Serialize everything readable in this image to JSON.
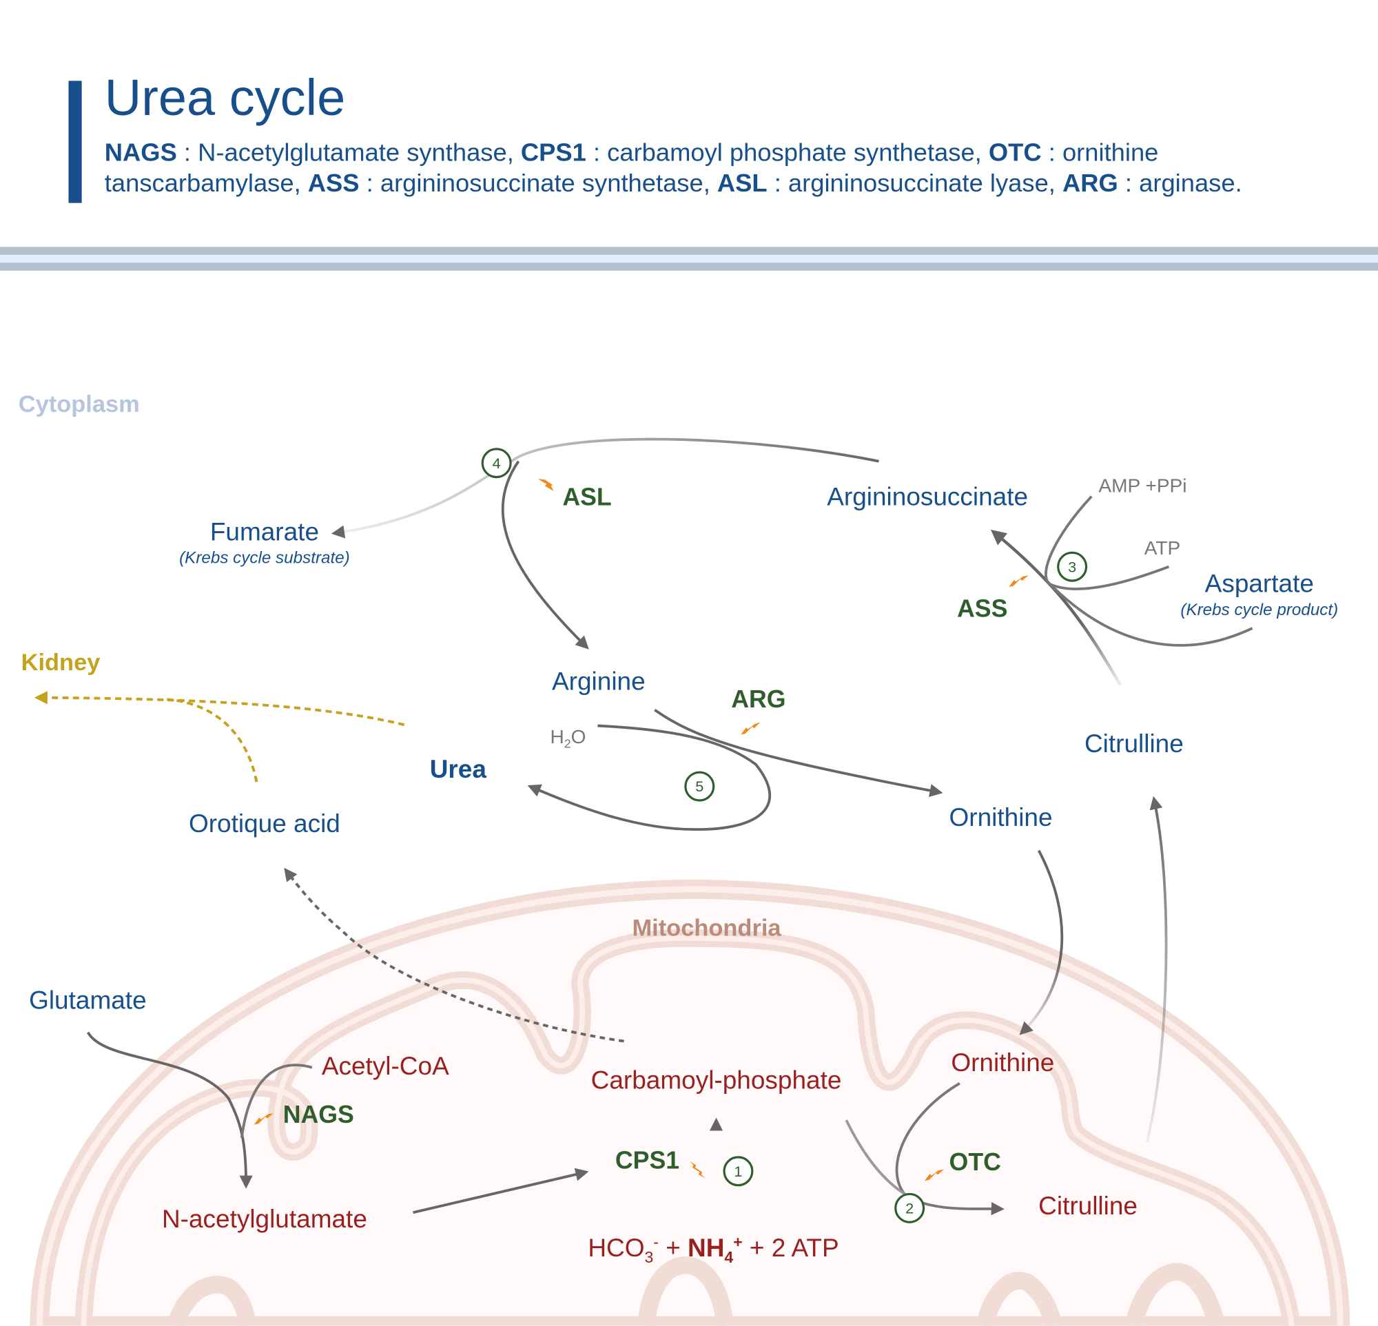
{
  "header": {
    "title": "Urea cycle",
    "legend": [
      {
        "abbr": "NAGS",
        "sep": " : ",
        "text": "N-acetylglutamate synthase, "
      },
      {
        "abbr": "CPS1",
        "sep": " : ",
        "text": "carbamoyl phosphate synthetase, "
      },
      {
        "abbr": "OTC",
        "sep": " : ",
        "text": "ornithine tanscarbamylase, "
      },
      {
        "abbr": "ASS",
        "sep": " : ",
        "text": "argininosuccinate synthetase, "
      },
      {
        "abbr": "ASL",
        "sep": " : ",
        "text": "argininosuccinate lyase, "
      },
      {
        "abbr": "ARG",
        "sep": " : ",
        "text": "arginase."
      }
    ]
  },
  "compartments": {
    "cytoplasm": "Cytoplasm",
    "mitochondria": "Mitochondria",
    "kidney": "Kidney"
  },
  "metabolites": {
    "fumarate": "Fumarate",
    "fumarate_note": "(Krebs cycle substrate)",
    "argininosuccinate": "Argininosuccinate",
    "amp_ppi": "AMP +PPi",
    "atp": "ATP",
    "aspartate": "Aspartate",
    "aspartate_note": "(Krebs cycle product)",
    "arginine": "Arginine",
    "h2o_h": "H",
    "h2o_sub": "2",
    "h2o_o": "O",
    "urea": "Urea",
    "ornithine_cyto": "Ornithine",
    "citrulline_cyto": "Citrulline",
    "orotic_acid": "Orotique acid",
    "glutamate": "Glutamate",
    "acetyl_coa": "Acetyl-CoA",
    "n_acetylglutamate": "N-acetylglutamate",
    "carbamoyl_phosphate": "Carbamoyl-phosphate",
    "ornithine_mito": "Ornithine",
    "citrulline_mito": "Citrulline",
    "substrates": {
      "hco": "HCO",
      "hco_sub": "3",
      "hco_sup": "-",
      "plus1": " + ",
      "nh": "NH",
      "nh_sub": "4",
      "nh_sup": "+",
      "rest": " + 2 ATP"
    }
  },
  "enzymes": {
    "asl": "ASL",
    "ass": "ASS",
    "arg": "ARG",
    "nags": "NAGS",
    "cps1": "CPS1",
    "otc": "OTC"
  },
  "steps": [
    "1",
    "2",
    "3",
    "4",
    "5"
  ],
  "colors": {
    "cytoplasm_metabolite": "#174f8c",
    "mito_metabolite": "#9a1f1f",
    "enzyme": "#2f5e2c",
    "kidney": "#c4a21b",
    "mito_label": "#b98b7a",
    "cytoplasm_label": "#b7c4de",
    "arrow": "#666666",
    "lightning": "#f08a1c"
  },
  "icons": {
    "catalysis": "lightning-icon",
    "step": "circled-number"
  }
}
